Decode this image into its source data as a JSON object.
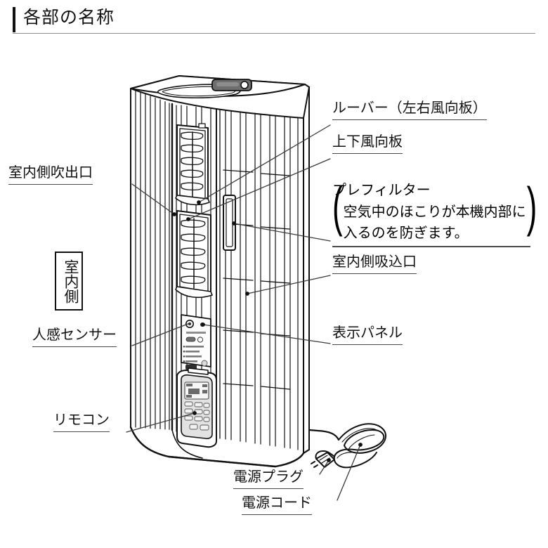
{
  "header": {
    "title": "各部の名称",
    "accent_color": "#111111",
    "rule_color": "#8d8d8d"
  },
  "diagram": {
    "subject": "tower-air-conditioner-parts-diagram",
    "line_color": "#111111",
    "fill_color": "#ffffff",
    "shade_color": "#5a5a5a",
    "handle_color": "#6e6e6e"
  },
  "labels": {
    "louver": "ルーバー（左右風向板）",
    "updown_vane": "上下風向板",
    "prefilter_title": "プレフィルター",
    "prefilter_note_line1": "空気中のほこりが本機内部に",
    "prefilter_note_line2": "入るのを防ぎます。",
    "prefilter_paren_open": "(",
    "prefilter_paren_close": ")",
    "indoor_intake": "室内側吸込口",
    "display_panel": "表示パネル",
    "indoor_outlet": "室内側吹出口",
    "indoor_side_box": "室内側",
    "human_sensor": "人感センサー",
    "remote_control": "リモコン",
    "power_plug": "電源プラグ",
    "power_cord": "電源コード"
  }
}
